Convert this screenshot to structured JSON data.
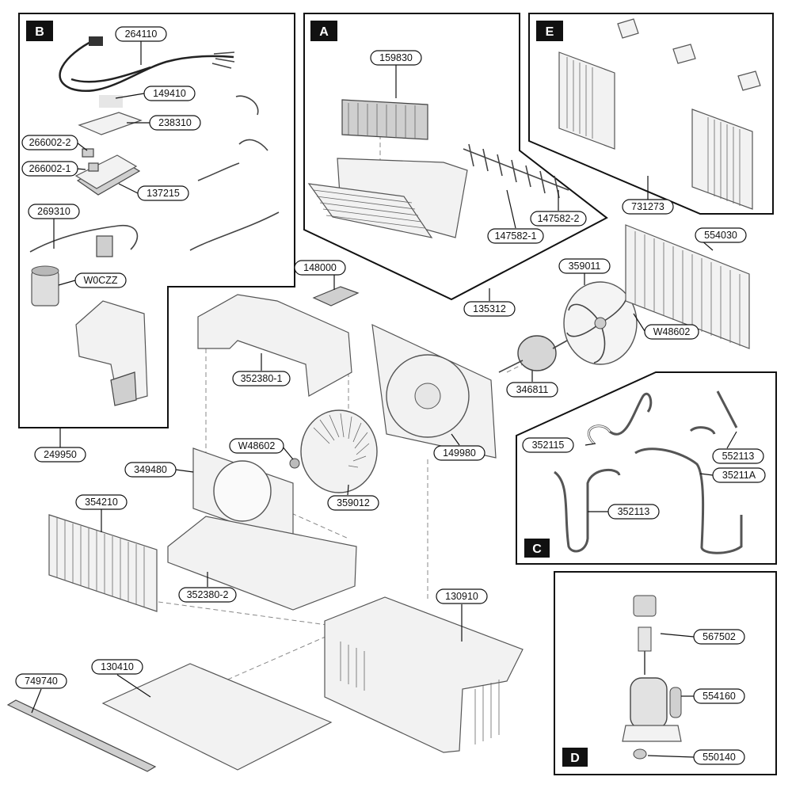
{
  "sections": {
    "A": "A",
    "B": "B",
    "C": "C",
    "D": "D",
    "E": "E"
  },
  "labels": {
    "cord_264110": "264110",
    "part_149410": "149410",
    "cover_238310": "238310",
    "part_266002_2": "266002-2",
    "part_266002_1": "266002-1",
    "box_137215": "137215",
    "probe_269310": "269310",
    "capacitor_w0czz": "W0CZZ",
    "control_assy_249950": "249950",
    "filter_159830": "159830",
    "clip_147582_2": "147582-2",
    "clip_147582_1": "147582-1",
    "front_assy_135312": "135312",
    "bracket_148000": "148000",
    "curtain_kit_731273": "731273",
    "fan_359011": "359011",
    "condenser_554030": "554030",
    "clip_w48602_a": "W48602",
    "motor_346811": "346811",
    "housing_352380_1": "352380-1",
    "shroud_149980": "149980",
    "tube_352115": "352115",
    "tube_552113": "552113",
    "tube_35211a": "35211A",
    "tube_352113": "352113",
    "clip_w48602_b": "W48602",
    "orifice_349480": "349480",
    "blower_359012": "359012",
    "evaporator_354210": "354210",
    "base_352380_2": "352380-2",
    "cabinet_130910": "130910",
    "valve_567502": "567502",
    "compressor_554160": "554160",
    "grommet_550140": "550140",
    "basepan_130410": "130410",
    "seal_749740": "749740"
  }
}
